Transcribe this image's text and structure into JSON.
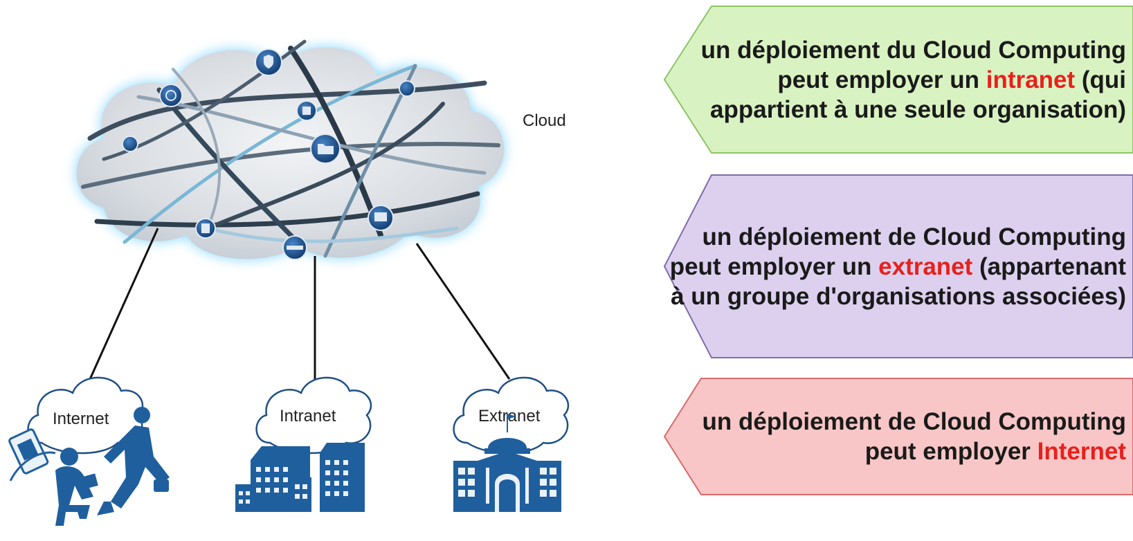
{
  "diagram": {
    "cloud_label": "Cloud",
    "networks": [
      {
        "label": "Internet"
      },
      {
        "label": "Intranet"
      },
      {
        "label": "Extranet"
      }
    ]
  },
  "callouts": [
    {
      "color": "#d9f2c2",
      "border": "#8cc463",
      "before": "un déploiement du Cloud Computing peut employer un ",
      "highlight": "intranet",
      "after": " (qui appartient à une seule organisation)"
    },
    {
      "color": "#ddd0ef",
      "border": "#7f6aa9",
      "before": "un déploiement de Cloud Computing peut employer un ",
      "highlight": "extranet",
      "after": " (appartenant à un groupe d'organisations associées)"
    },
    {
      "color": "#f8c6c6",
      "border": "#d86a6a",
      "before": "un déploiement de Cloud Computing peut employer ",
      "highlight": "Internet",
      "after": ""
    }
  ],
  "highlight_color": "#e8201c"
}
